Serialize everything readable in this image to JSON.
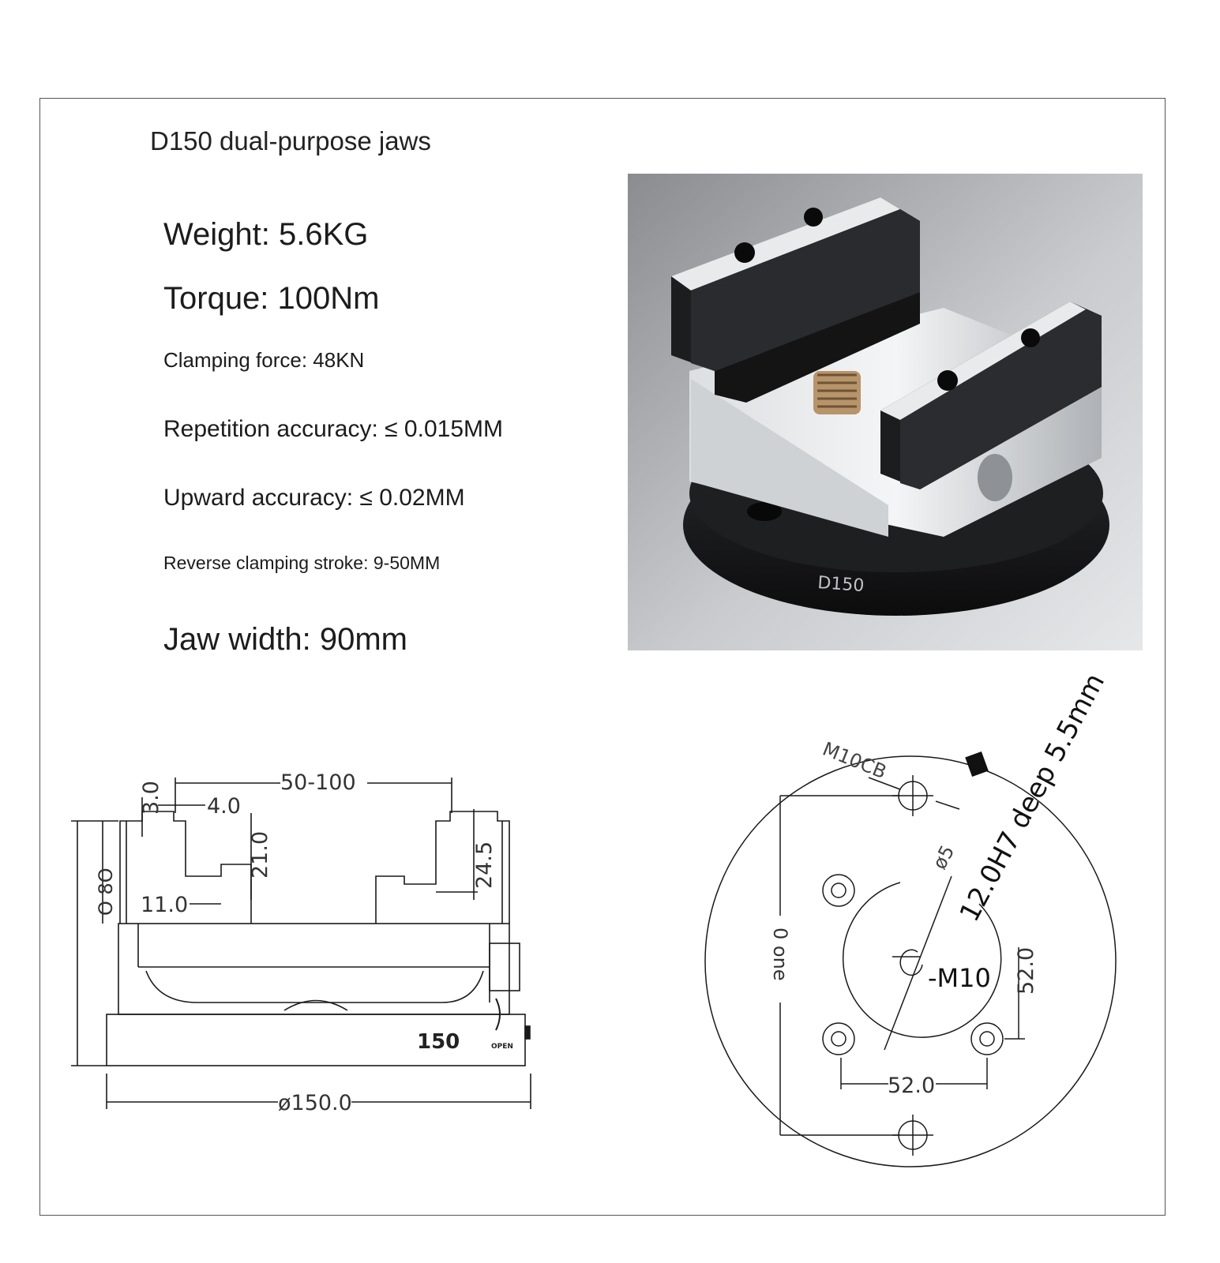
{
  "title": "D150 dual-purpose jaws",
  "specs": {
    "weight": "Weight: 5.6KG",
    "torque": "Torque: 100Nm",
    "clamping_force": "Clamping force: 48KN",
    "repetition_accuracy": "Repetition accuracy: ≤ 0.015MM",
    "upward_accuracy": "Upward accuracy: ≤ 0.02MM",
    "reverse_stroke": "Reverse clamping stroke: 9-50MM",
    "jaw_width": "Jaw width: 90mm"
  },
  "product_photo": {
    "model_label": "D150"
  },
  "side_drawing": {
    "dim_opening": "50-100",
    "dim_3": "3.0",
    "dim_4": "4.0",
    "dim_21": "21.0",
    "dim_245": "24.5",
    "dim_11": "11.0",
    "dim_height": "O 8O",
    "dim_diameter": "ø150.0",
    "body_label": "150",
    "open_label": "OPEN"
  },
  "top_drawing": {
    "m10cb": "M10CB",
    "spec_note": "12.0H7 deep 5.5mm",
    "center_thread": "-M10",
    "dim_52_horizontal": "52.0",
    "dim_52_vertical": "52.0",
    "dim_left": "0 one",
    "partial_phi": "ø5"
  }
}
